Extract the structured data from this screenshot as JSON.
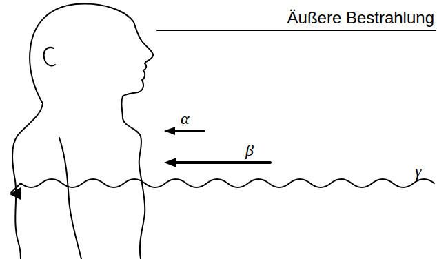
{
  "diagram": {
    "title": "Äußere Bestrahlung",
    "labels": [
      "α",
      "β",
      "γ"
    ]
  }
}
